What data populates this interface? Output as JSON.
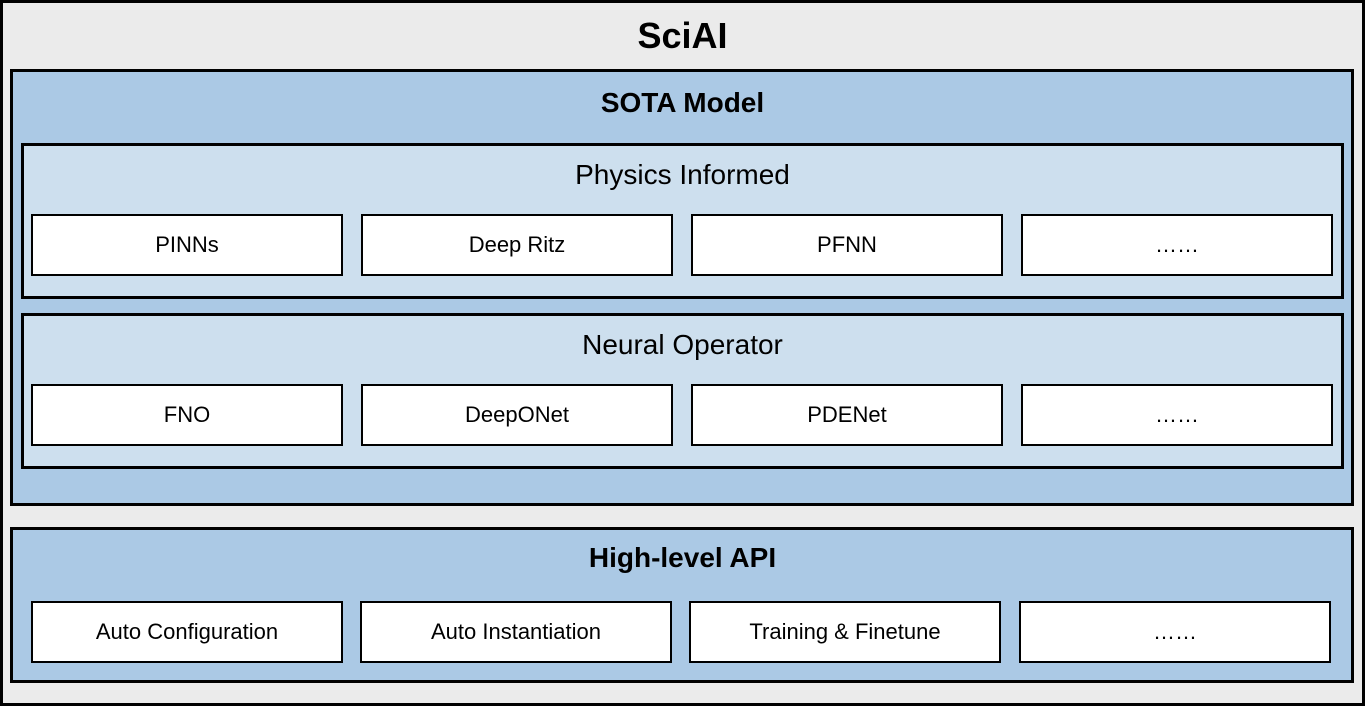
{
  "title": "SciAI",
  "sota_model": {
    "title": "SOTA Model",
    "physics_informed": {
      "title": "Physics Informed",
      "items": [
        "PINNs",
        "Deep Ritz",
        "PFNN",
        "……"
      ]
    },
    "neural_operator": {
      "title": "Neural Operator",
      "items": [
        "FNO",
        "DeepONet",
        "PDENet",
        "……"
      ]
    }
  },
  "high_level_api": {
    "title": "High-level API",
    "items": [
      "Auto Configuration",
      "Auto Instantiation",
      "Training & Finetune",
      "……"
    ]
  },
  "colors": {
    "outer_background": "#ebebeb",
    "layer_fill": "#abc9e5",
    "group_fill": "#cddfee",
    "box_fill": "#ffffff",
    "border": "#000000"
  }
}
